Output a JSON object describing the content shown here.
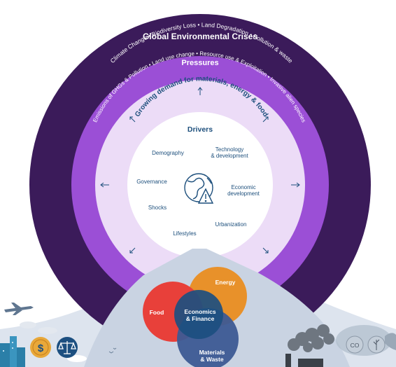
{
  "outer_ring": {
    "title": "Global Environmental Crises",
    "items": [
      "Climate Change",
      "Biodiversity Loss",
      "Land Degradation",
      "Pollution & waste"
    ]
  },
  "middle_ring": {
    "title": "Pressures",
    "items": [
      "Emissions of GHGs & Pollution",
      "Land use change",
      "Resource use & Exploitation",
      "Invasive alien species"
    ]
  },
  "inner_ring": {
    "title": "Growing demand for materials, energy & food"
  },
  "drivers": {
    "title": "Drivers",
    "items": {
      "demography": "Demography",
      "technology": "Technology\n& development",
      "governance": "Governance",
      "economic": "Economic\ndevelopment",
      "shocks": "Shocks",
      "urbanization": "Urbanization",
      "lifestyles": "Lifestyles"
    }
  },
  "venn": {
    "food": "Food",
    "energy": "Energy",
    "economics": "Economics\n& Finance",
    "materials": "Materials\n& Waste"
  },
  "badges": {
    "co2": "CO"
  },
  "colors": {
    "outer": "#3b1b5a",
    "middle": "#9b4fd6",
    "inner": "#ecdcf7",
    "text_blue": "#1d4f7c",
    "food": "#e8403a",
    "energy": "#e8912a",
    "materials": "#3d5a93",
    "economics": "#1c4f80"
  },
  "icons": [
    "globe-warning-icon",
    "coin-icon",
    "scales-icon",
    "airplane-icon",
    "tree-icon",
    "arrow-icon"
  ]
}
